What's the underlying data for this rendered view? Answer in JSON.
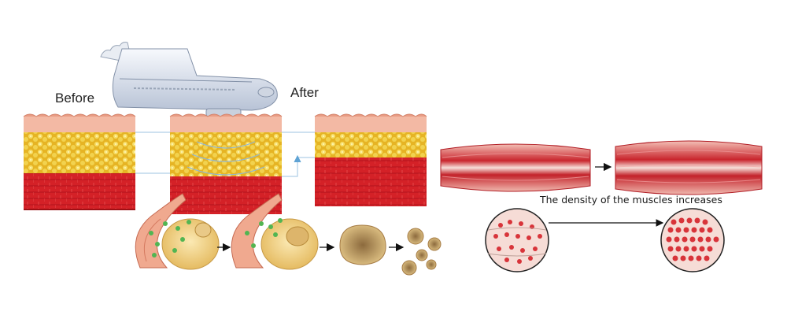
{
  "labels": {
    "before": "Before",
    "after": "After",
    "muscle_caption": "The density of the muscles increases"
  },
  "colors": {
    "skin": "#f3b9a4",
    "fat": "#f0cc3a",
    "muscle": "#d8252b",
    "device": "#dfe6f2",
    "arrow": "#111111"
  },
  "icons": {
    "device": "ultrasound-handpiece-icon",
    "fat_cell": "fat-cell-icon"
  }
}
